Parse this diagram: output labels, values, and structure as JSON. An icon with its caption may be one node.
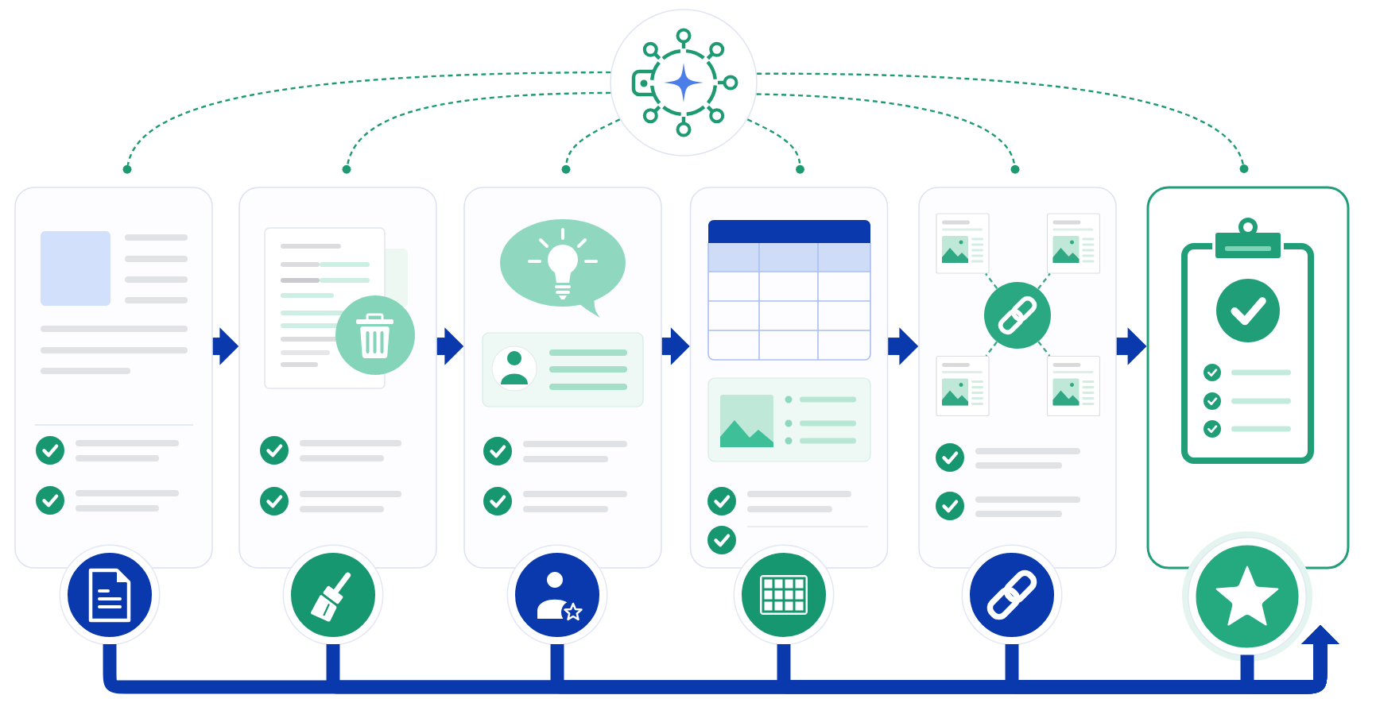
{
  "diagram": {
    "nodes": [
      {
        "text": [],
        "shape": "circle"
      },
      {
        "text": [],
        "shape": "box"
      },
      {
        "text": [],
        "shape": "box"
      },
      {
        "text": [],
        "shape": "box"
      },
      {
        "text": [],
        "shape": "box"
      },
      {
        "text": [],
        "shape": "box"
      },
      {
        "text": [],
        "shape": "picture",
        "in": 5
      },
      {
        "text": [],
        "shape": "picture",
        "in": 5
      },
      {
        "text": [],
        "shape": "circle",
        "in": 5
      },
      {
        "text": [],
        "shape": "picture",
        "in": 5
      },
      {
        "text": [],
        "shape": "picture",
        "in": 5
      },
      {
        "text": [],
        "shape": "box"
      },
      {
        "text": [],
        "shape": "circle"
      },
      {
        "text": [],
        "shape": "circle"
      },
      {
        "text": [],
        "shape": "circle"
      },
      {
        "text": [],
        "shape": "circle"
      },
      {
        "text": [],
        "shape": "circle"
      },
      {
        "text": [],
        "shape": "circle"
      }
    ],
    "edges": [
      {
        "from": 0,
        "to": 1,
        "arrow": "other",
        "style": "dashed",
        "color": "#1e9a72"
      },
      {
        "from": 0,
        "to": 2,
        "arrow": "other",
        "style": "dashed",
        "color": "#1e9a72"
      },
      {
        "from": 0,
        "to": 3,
        "arrow": "other",
        "style": "dashed",
        "color": "#1e9a72"
      },
      {
        "from": 0,
        "to": 4,
        "arrow": "other",
        "style": "dashed",
        "color": "#1e9a72"
      },
      {
        "from": 0,
        "to": 5,
        "arrow": "other",
        "style": "dashed",
        "color": "#1e9a72"
      },
      {
        "from": 0,
        "to": 11,
        "arrow": "other",
        "style": "dashed",
        "color": "#1e9a72"
      },
      {
        "from": 1,
        "to": 2,
        "arrow": "to"
      },
      {
        "from": 2,
        "to": 3,
        "arrow": "to"
      },
      {
        "from": 3,
        "to": 4,
        "arrow": "to"
      },
      {
        "from": 4,
        "to": 5,
        "arrow": "to"
      },
      {
        "from": 5,
        "to": 11,
        "arrow": "to"
      },
      {
        "from": 8,
        "to": 6,
        "arrow": "none",
        "style": "dashed",
        "color": "#3aa985"
      },
      {
        "from": 8,
        "to": 7,
        "arrow": "none",
        "style": "dashed",
        "color": "#3aa985"
      },
      {
        "from": 8,
        "to": 9,
        "arrow": "none",
        "style": "dashed",
        "color": "#3aa985"
      },
      {
        "from": 8,
        "to": 10,
        "arrow": "none",
        "style": "dashed",
        "color": "#3aa985"
      },
      {
        "from": 12,
        "to": 17,
        "arrow": "to"
      },
      {
        "from": 13,
        "to": 17,
        "arrow": "to"
      },
      {
        "from": 14,
        "to": 17,
        "arrow": "to"
      },
      {
        "from": 15,
        "to": 17,
        "arrow": "to"
      },
      {
        "from": 16,
        "to": 17,
        "arrow": "to"
      },
      {
        "from": 17,
        "to": 17,
        "arrow": "to"
      }
    ]
  }
}
